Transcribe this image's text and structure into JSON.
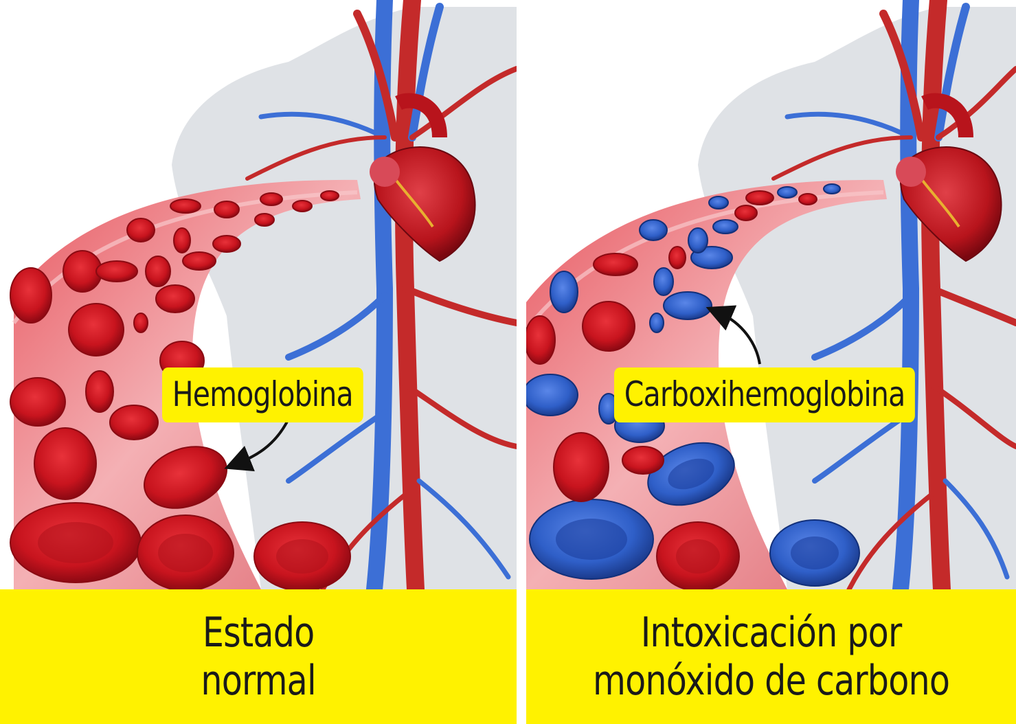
{
  "panels": [
    {
      "callout": "Hemoglobina",
      "caption": "Estado\nnormal"
    },
    {
      "callout": "Carboxihemoglobina",
      "caption": "Intoxicación por\nmonóxido de carbono"
    }
  ],
  "colors": {
    "caption_bg": "#fff200",
    "oxygenated_cell": "#c8141e",
    "carboxy_cell": "#2f5fc8",
    "vessel": "#f2a4a8"
  },
  "icons": [
    "heart-illustration",
    "red-blood-cell",
    "blue-blood-cell",
    "arrow-icon"
  ]
}
